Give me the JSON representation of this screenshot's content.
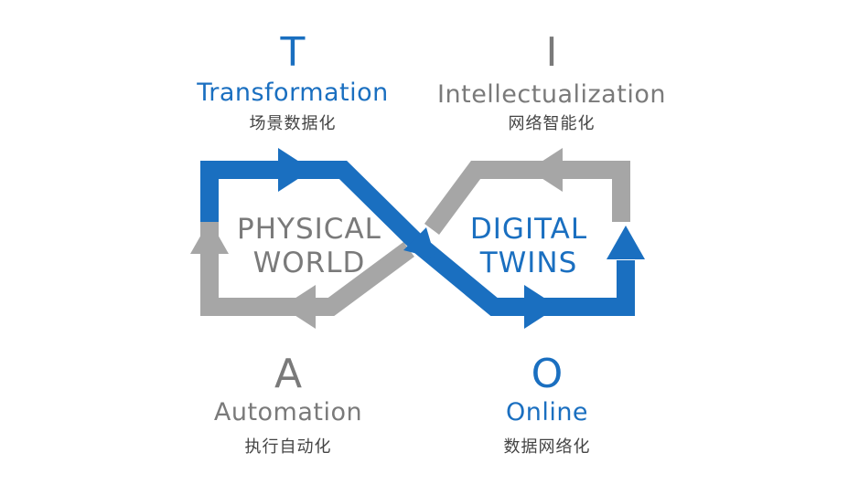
{
  "colors": {
    "blue": "#1a6fc0",
    "gray": "#a6a6a6",
    "text_gray": "#7a7a7a",
    "text_dark": "#444444"
  },
  "quadrants": {
    "t": {
      "letter": "T",
      "word": "Transformation",
      "cn": "场景数据化",
      "color": "#1a6fc0"
    },
    "i": {
      "letter": "I",
      "word": "Intellectualization",
      "cn": "网络智能化",
      "color": "#7a7a7a"
    },
    "a": {
      "letter": "A",
      "word": "Automation",
      "cn": "执行自动化",
      "color": "#7a7a7a"
    },
    "o": {
      "letter": "O",
      "word": "Online",
      "cn": "数据网络化",
      "color": "#1a6fc0"
    }
  },
  "physical_world": {
    "line1": "PHYSICAL",
    "line2": "WORLD"
  },
  "digital_twins": {
    "line1": "DIGITAL",
    "line2": "TWINS"
  }
}
